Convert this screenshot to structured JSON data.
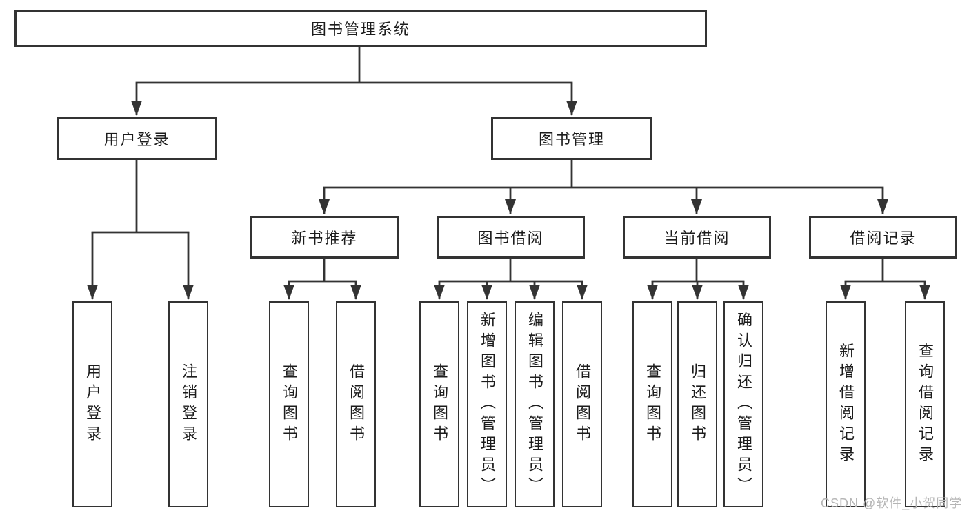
{
  "tree": {
    "root": {
      "label": "图书管理系统"
    },
    "branches": [
      {
        "label": "用户登录",
        "children": [
          "用户登录",
          "注销登录"
        ]
      },
      {
        "label": "图书管理",
        "sections": [
          {
            "label": "新书推荐",
            "children": [
              "查询图书",
              "借阅图书"
            ]
          },
          {
            "label": "图书借阅",
            "children": [
              "查询图书",
              "新增图书（管理员）",
              "编辑图书（管理员）",
              "借阅图书"
            ]
          },
          {
            "label": "当前借阅",
            "children": [
              "查询图书",
              "归还图书",
              "确认归还（管理员）"
            ]
          },
          {
            "label": "借阅记录",
            "children": [
              "新增借阅记录",
              "查询借阅记录"
            ]
          }
        ]
      }
    ]
  },
  "watermark": "CSDN @软件_小贺同学",
  "colors": {
    "line": "#333333",
    "text": "#1c1c1c",
    "box_background": "#ffffff",
    "page_background": "#ffffff",
    "watermark": "#b5b5b5"
  }
}
